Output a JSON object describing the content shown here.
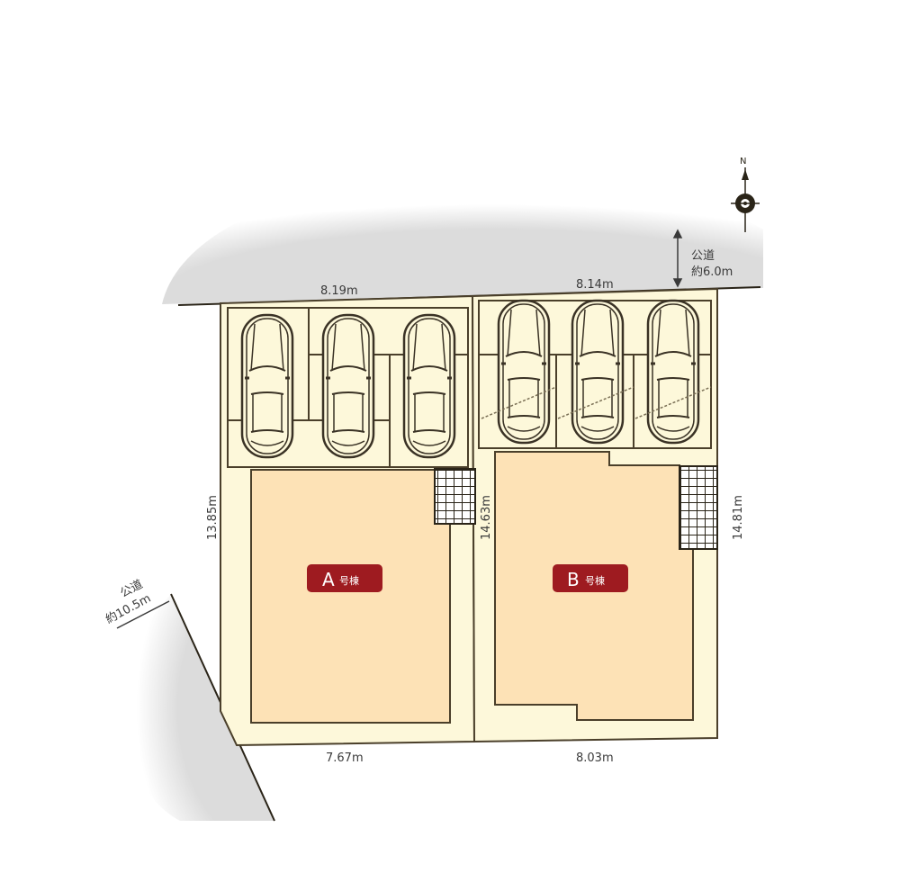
{
  "site_plan": {
    "compass": {
      "label": "N",
      "icon": "compass-north-icon"
    },
    "roads": {
      "north": {
        "label_line1": "公道",
        "label_line2": "約6.0m"
      },
      "west": {
        "label_line1": "公道",
        "label_line2": "約10.5m"
      }
    },
    "dimensions": {
      "lot_a_top": "8.19m",
      "lot_b_top": "8.14m",
      "lot_a_left": "13.85m",
      "lot_a_right": "14.63m",
      "lot_b_right": "14.81m",
      "lot_a_bottom": "7.67m",
      "lot_b_bottom": "8.03m"
    },
    "lots": [
      {
        "id": "A",
        "badge_letter": "A",
        "badge_suffix": "号棟",
        "parking_spaces": 3
      },
      {
        "id": "B",
        "badge_letter": "B",
        "badge_suffix": "号棟",
        "parking_spaces": 3
      }
    ],
    "colors": {
      "road_gray": "#dcdcdc",
      "lot_cream": "#fdf8da",
      "house_peach": "#fde2b6",
      "outline": "#4a3f2a",
      "badge_red": "#9e1b20"
    }
  }
}
